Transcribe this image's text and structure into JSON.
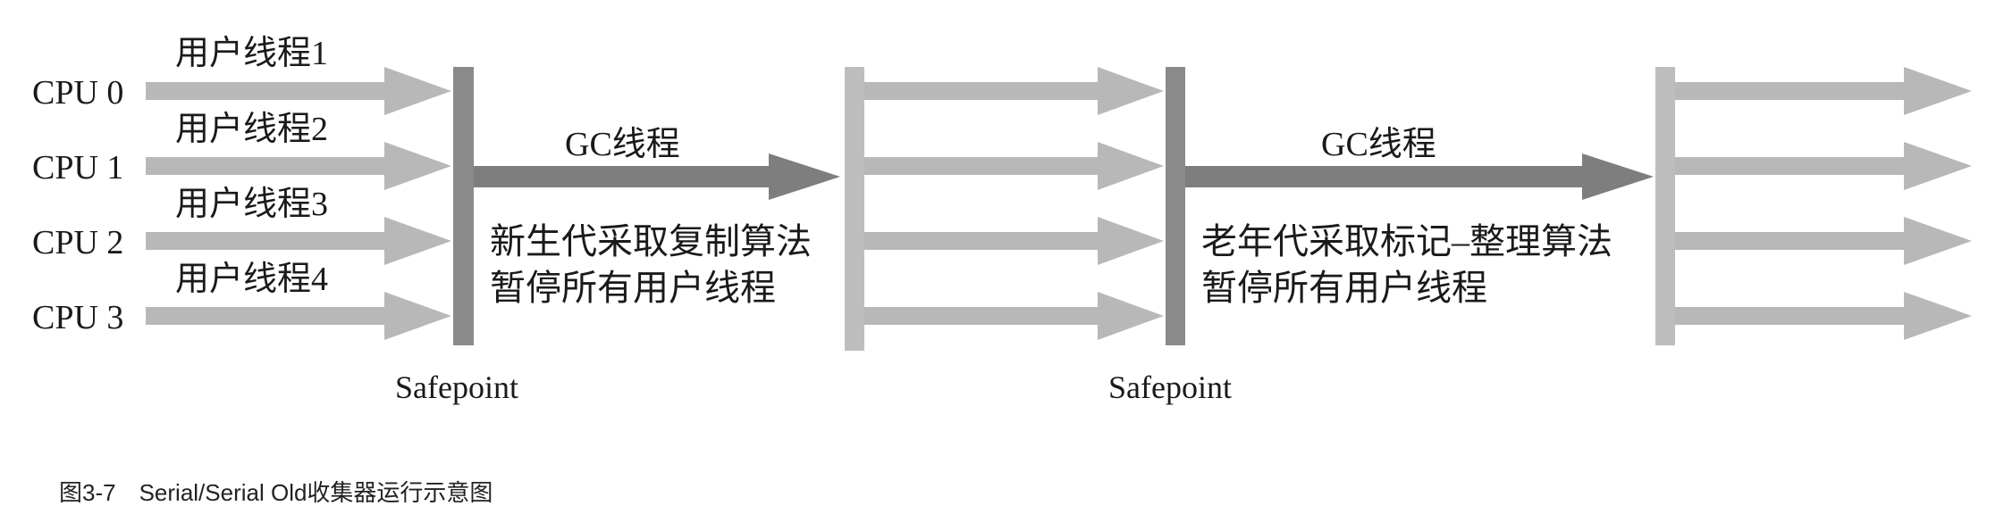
{
  "cpus": [
    {
      "label": "CPU 0",
      "user_thread": "用户线程1"
    },
    {
      "label": "CPU 1",
      "user_thread": "用户线程2"
    },
    {
      "label": "CPU 2",
      "user_thread": "用户线程3"
    },
    {
      "label": "CPU 3",
      "user_thread": "用户线程4"
    }
  ],
  "phases": [
    {
      "gc_label": "GC线程",
      "desc_line1": "新生代采取复制算法",
      "desc_line2": "暂停所有用户线程",
      "safepoint_label": "Safepoint"
    },
    {
      "gc_label": "GC线程",
      "desc_line1": "老年代采取标记–整理算法",
      "desc_line2": "暂停所有用户线程",
      "safepoint_label": "Safepoint"
    }
  ],
  "caption": "图3-7　Serial/Serial Old收集器运行示意图",
  "colors": {
    "user_arrow": "#b8b8b8",
    "gc_arrow": "#7e7e7e",
    "safepoint_bar": "#8a8a8a",
    "resume_bar": "#bdbdbd",
    "text": "#1a1a1a"
  }
}
